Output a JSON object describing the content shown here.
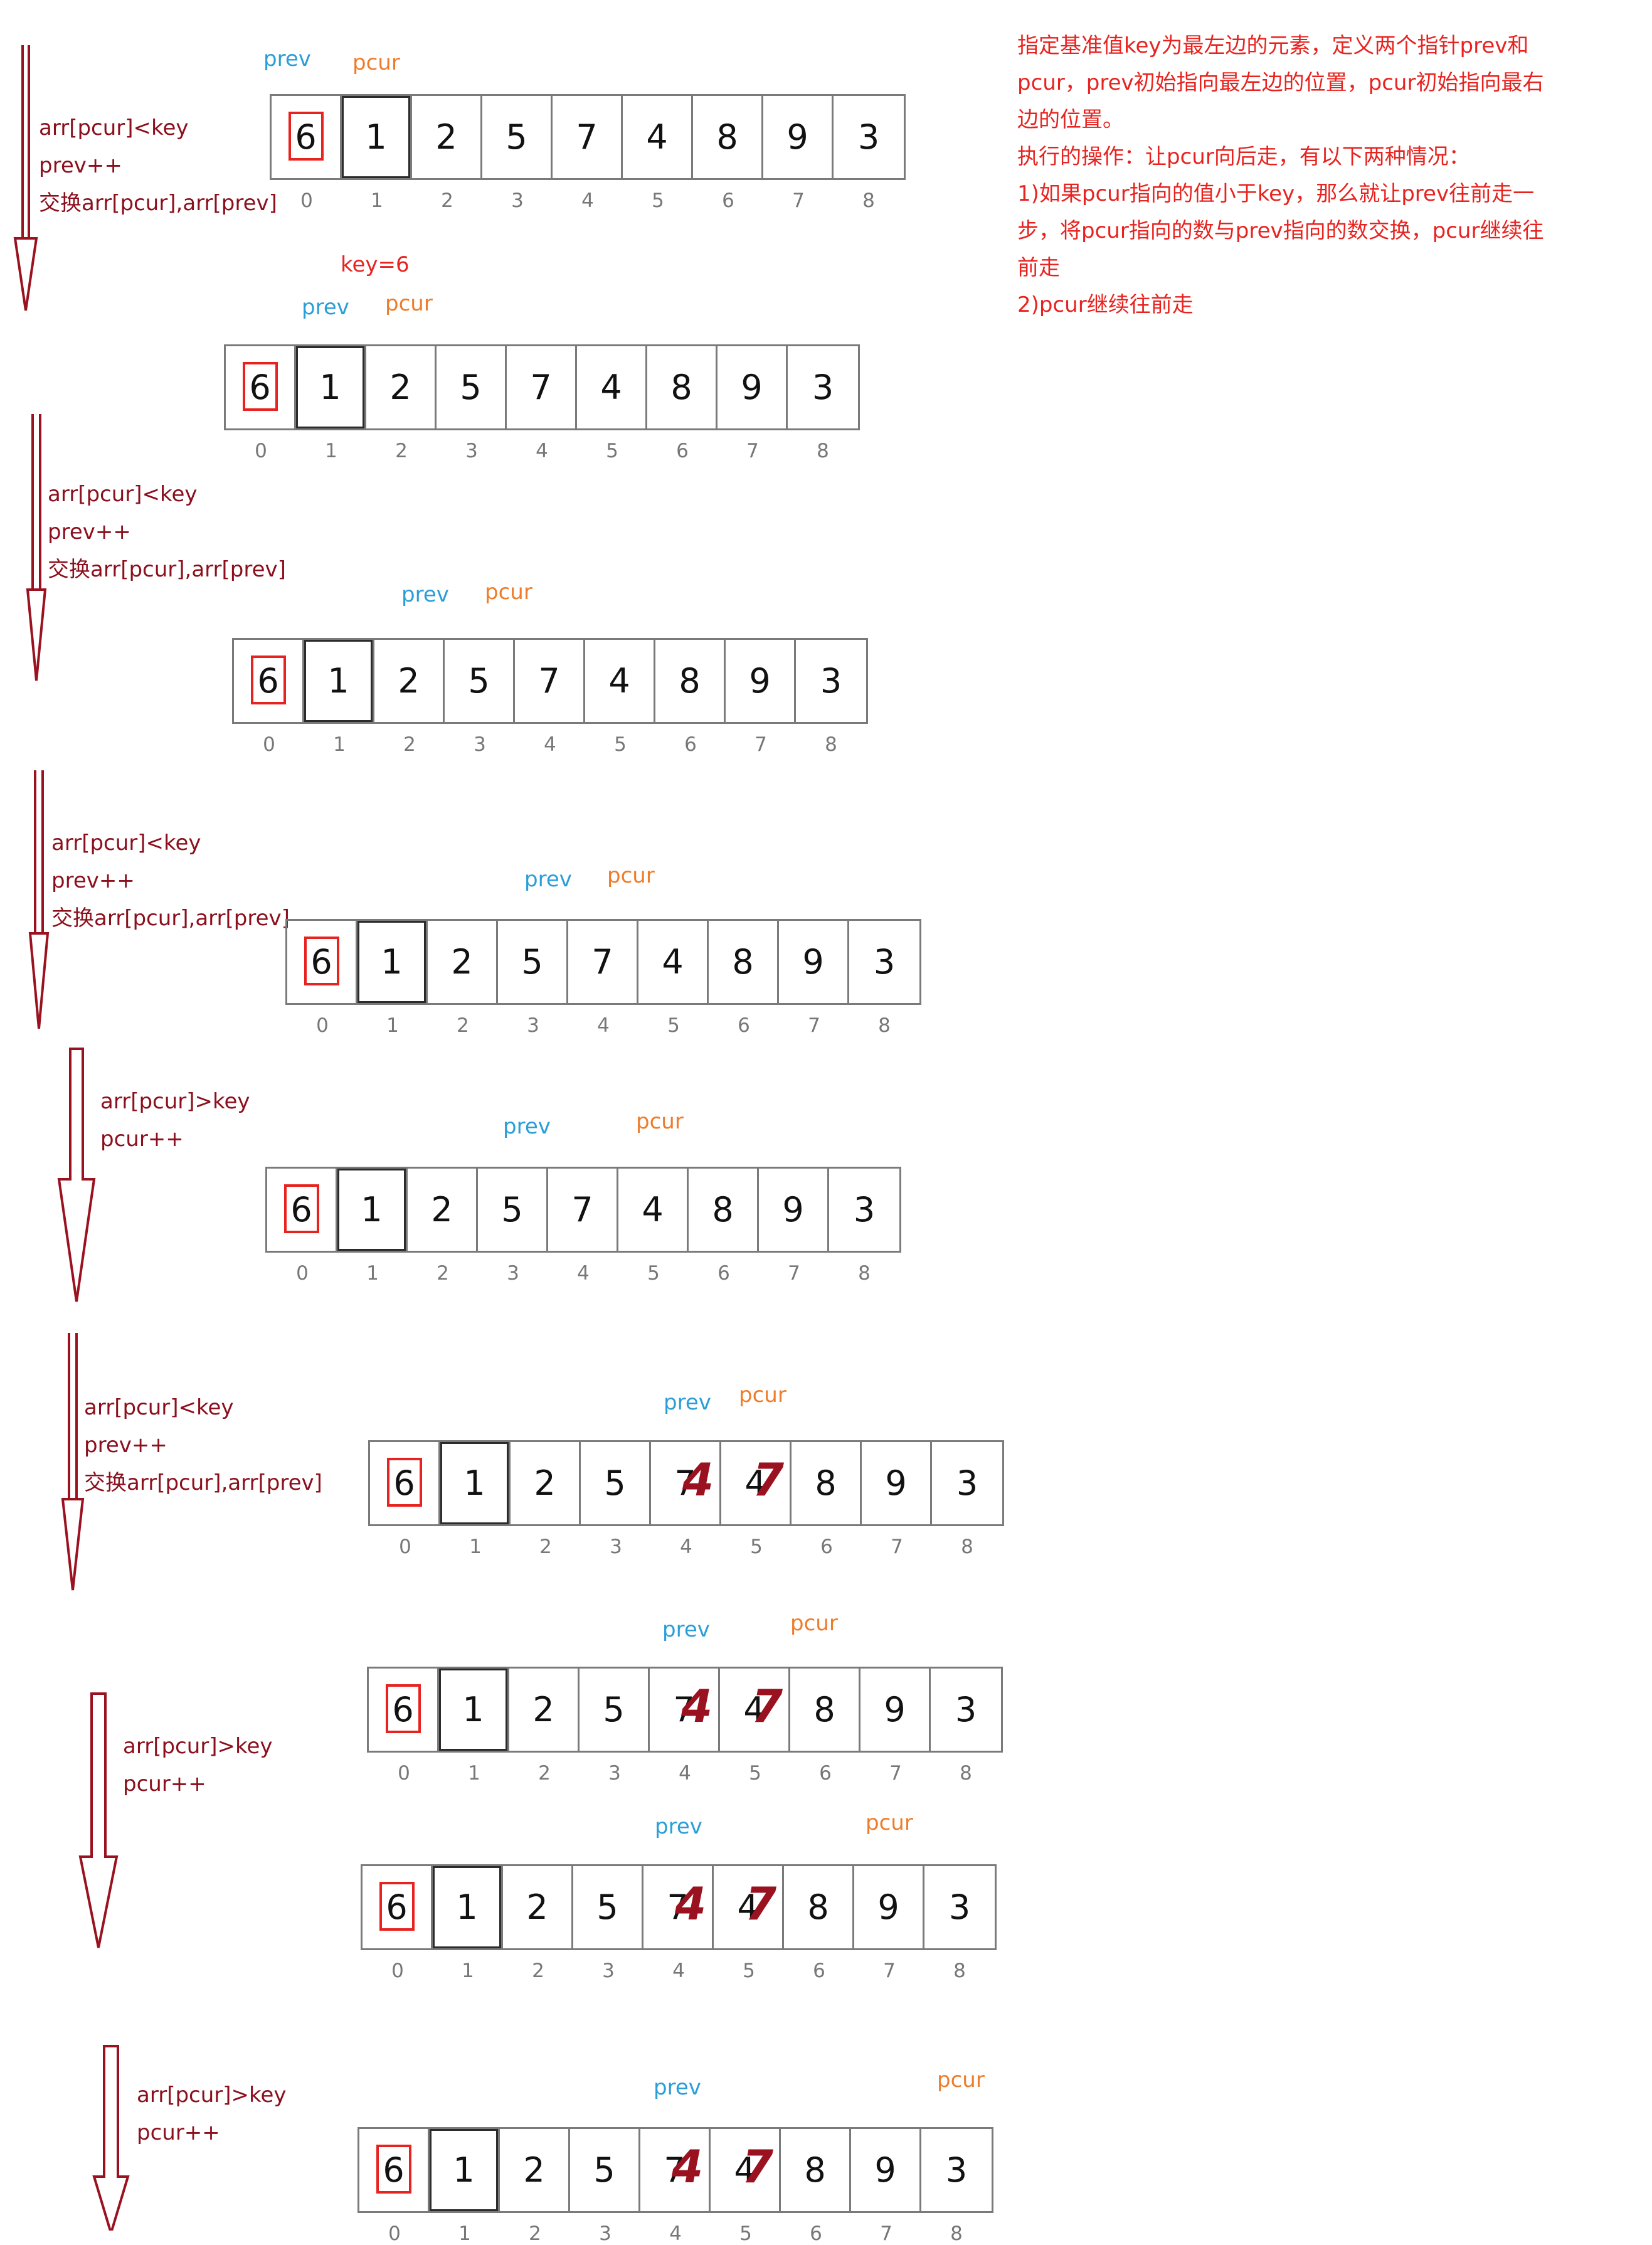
{
  "description": [
    "指定基准值key为最左边的元素，定义两个指针prev和",
    "pcur，prev初始指向最左边的位置，pcur初始指向最右",
    "边的位置。",
    "执行的操作：让pcur向后走，有以下两种情况：",
    "1)如果pcur指向的值小于key，那么就让prev往前走一",
    "步，将pcur指向的数与prev指向的数交换，pcur继续往",
    "前走",
    "2)pcur继续往前走"
  ],
  "key_label": "key=6",
  "pointer_labels": {
    "prev": "prev",
    "pcur": "pcur"
  },
  "array": {
    "values": [
      "6",
      "1",
      "2",
      "5",
      "7",
      "4",
      "8",
      "9",
      "3"
    ],
    "indices": [
      "0",
      "1",
      "2",
      "3",
      "4",
      "5",
      "6",
      "7",
      "8"
    ]
  },
  "step_notes": {
    "less": [
      "arr[pcur]<key",
      "prev++",
      "交换arr[pcur],arr[prev]"
    ],
    "greater": [
      "arr[pcur]>key",
      "pcur++"
    ]
  },
  "corrections": {
    "cell4": "4",
    "cell5": "7"
  },
  "colors": {
    "note": "#8b0f1c",
    "prev": "#2a9ed8",
    "pcur": "#ee7d2b",
    "key": "#e8231f"
  }
}
